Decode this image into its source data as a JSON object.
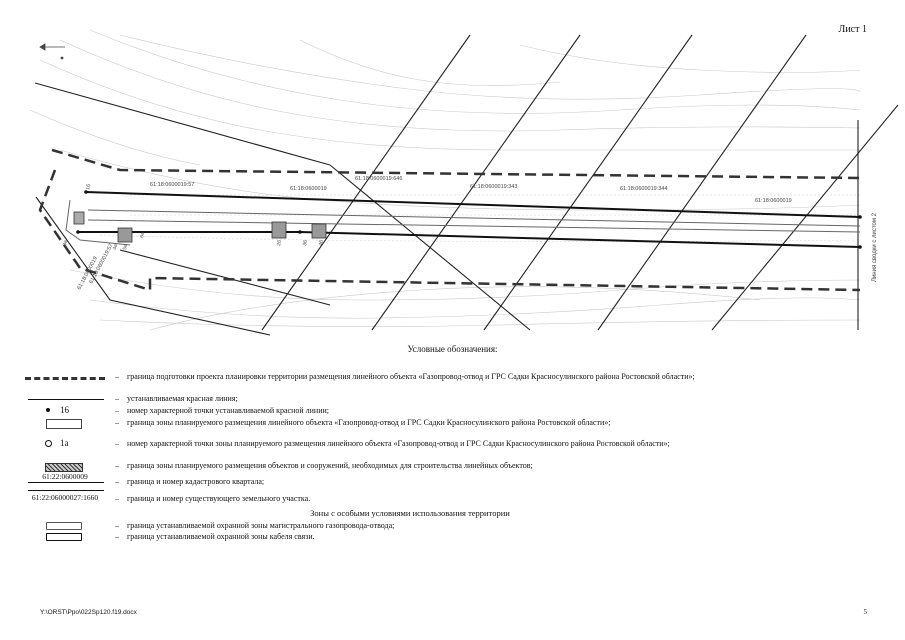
{
  "sheet": {
    "label": "Лист 1",
    "page_number": "5",
    "file_path": "Y:\\ORST\\Ppo\\022Sp120.f19.docx"
  },
  "plan": {
    "parcel_labels": [
      "61:18:0600019:57",
      "61:18:0600019",
      "61:18:0600019:646",
      "61:18:0600019:343",
      "61:18:0600019:344",
      "61:18:0600019"
    ],
    "boundary_note": "Линия сводки с листом 2",
    "left_labels": [
      "61:18:0600019",
      "61:18:0600019:57"
    ],
    "point_labels": [
      "3а",
      "4а",
      "5а",
      "6а",
      "1б",
      "2б",
      "3б",
      "4б"
    ]
  },
  "legend": {
    "title": "Условные обозначения:",
    "items": [
      {
        "symbol": "dashed-thick-line",
        "text": "граница подготовки проекта планировки территории размещения линейного объекта «Газопровод-отвод и ГРС Садки Красносулинского района Ростовской области»;"
      },
      {
        "symbol": "solid-line",
        "text": "устанавливаемая красная линия;"
      },
      {
        "symbol": "dot",
        "label": "16",
        "text": "номер характерной точки устанавливаемой красной линии;"
      },
      {
        "symbol": "rect",
        "text": "граница зоны планируемого размещения линейного объекта «Газопровод-отвод и ГРС Садки Красносулинского района Ростовской области»;"
      },
      {
        "symbol": "circle",
        "label": "1а",
        "text": "номер характерной точки зоны планируемого размещения линейного объекта «Газопровод-отвод и ГРС Садки Красносулинского района Ростовской области»;"
      },
      {
        "symbol": "hatched-rect",
        "text": "граница зоны планируемого размещения объектов и сооружений, необходимых для строительства линейных объектов;"
      },
      {
        "symbol": "line-with-code",
        "label": "61:22:0600009",
        "text": "граница и номер кадастрового квартала;"
      },
      {
        "symbol": "line-with-code",
        "label": "61:22:06000027:1660",
        "text": "граница и номер существующего земельного участка."
      }
    ],
    "zones_title": "Зоны с особыми условиями использования территории",
    "zone_items": [
      {
        "symbol": "rounded-rect",
        "text": "граница устанавливаемой охранной зоны магистрального газопровода-отвода;"
      },
      {
        "symbol": "rounded-rect-thick",
        "text": "граница устанавливаемой охранной зоны кабеля связи."
      }
    ]
  }
}
